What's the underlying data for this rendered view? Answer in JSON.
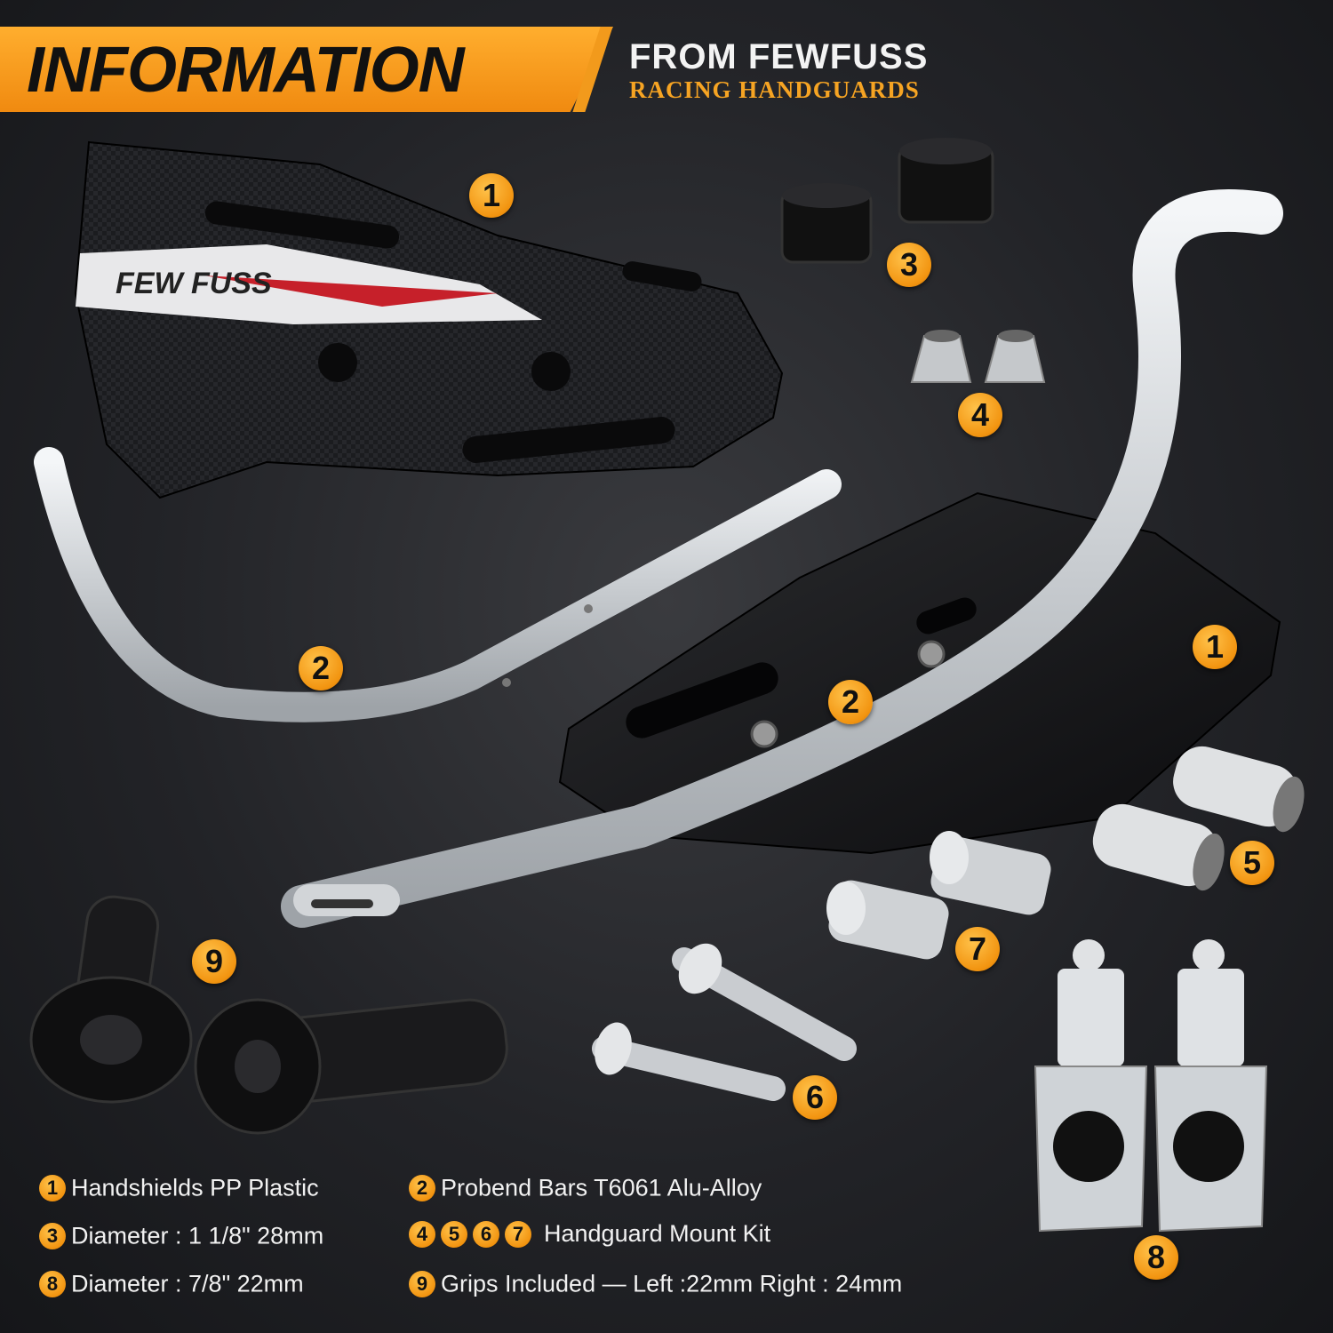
{
  "header": {
    "title": "INFORMATION",
    "brand": "FROM FEWFUSS",
    "subtitle": "RACING HANDGUARDS"
  },
  "logo_text": "FEW FUSS",
  "callouts": [
    "1",
    "3",
    "4",
    "2",
    "2",
    "1",
    "5",
    "7",
    "9",
    "6",
    "8"
  ],
  "specs": [
    {
      "badges": [
        "1"
      ],
      "text": "Handshields PP Plastic"
    },
    {
      "badges": [
        "2"
      ],
      "text": "Probend Bars T6061 Alu-Alloy"
    },
    {
      "badges": [
        "3"
      ],
      "text": "Diameter : 1  1/8\" 28mm"
    },
    {
      "badges": [
        "4",
        "5",
        "6",
        "7"
      ],
      "text": "Handguard Mount Kit"
    },
    {
      "badges": [
        "8"
      ],
      "text": "Diameter :  7/8\" 22mm"
    },
    {
      "badges": [
        "9"
      ],
      "text": "Grips Included — Left :22mm  Right : 24mm"
    }
  ],
  "colors": {
    "accent": "#f29410",
    "silver": "#d9dcdf",
    "black_part": "#141416"
  }
}
